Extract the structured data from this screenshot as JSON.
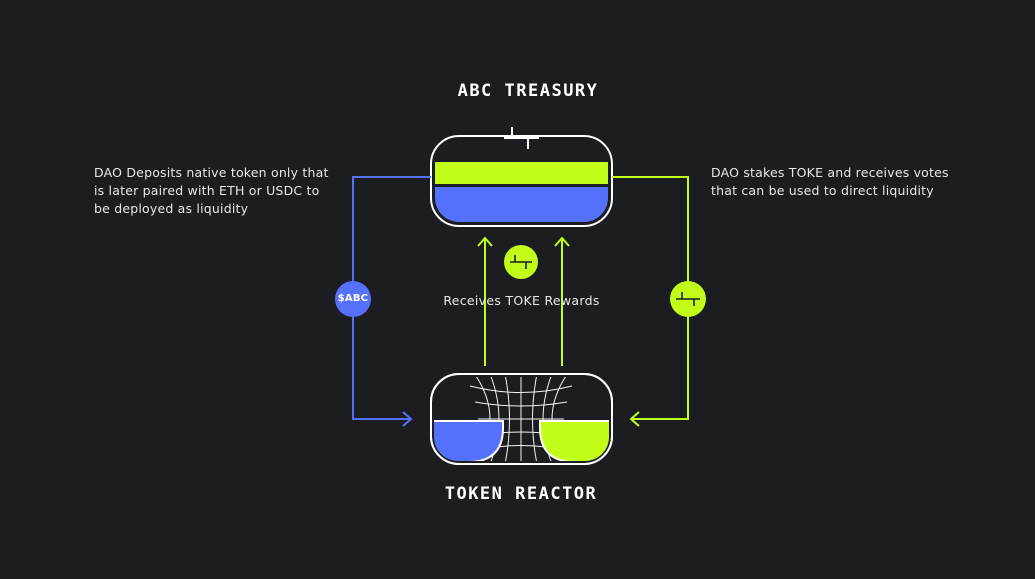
{
  "treasury": {
    "title": "ABC TREASURY"
  },
  "reactor": {
    "title": "TOKEN REACTOR"
  },
  "left_note": {
    "lines": [
      "DAO Deposits native token only that",
      "is later paired with ETH or USDC to",
      "be deployed as liquidity"
    ]
  },
  "right_note": {
    "lines": [
      "DAO stakes TOKE and receives votes",
      "that can be used to direct liquidity"
    ]
  },
  "rewards_caption": "Receives TOKE Rewards",
  "left_badge": {
    "label": "$ABC"
  },
  "icons": {
    "toke_center": "toke-logo-icon",
    "toke_right": "toke-logo-icon"
  },
  "colors": {
    "background": "#1c1d20",
    "blue": "#5571fb",
    "lime": "#c1fd19",
    "outline": "#ffffff"
  }
}
